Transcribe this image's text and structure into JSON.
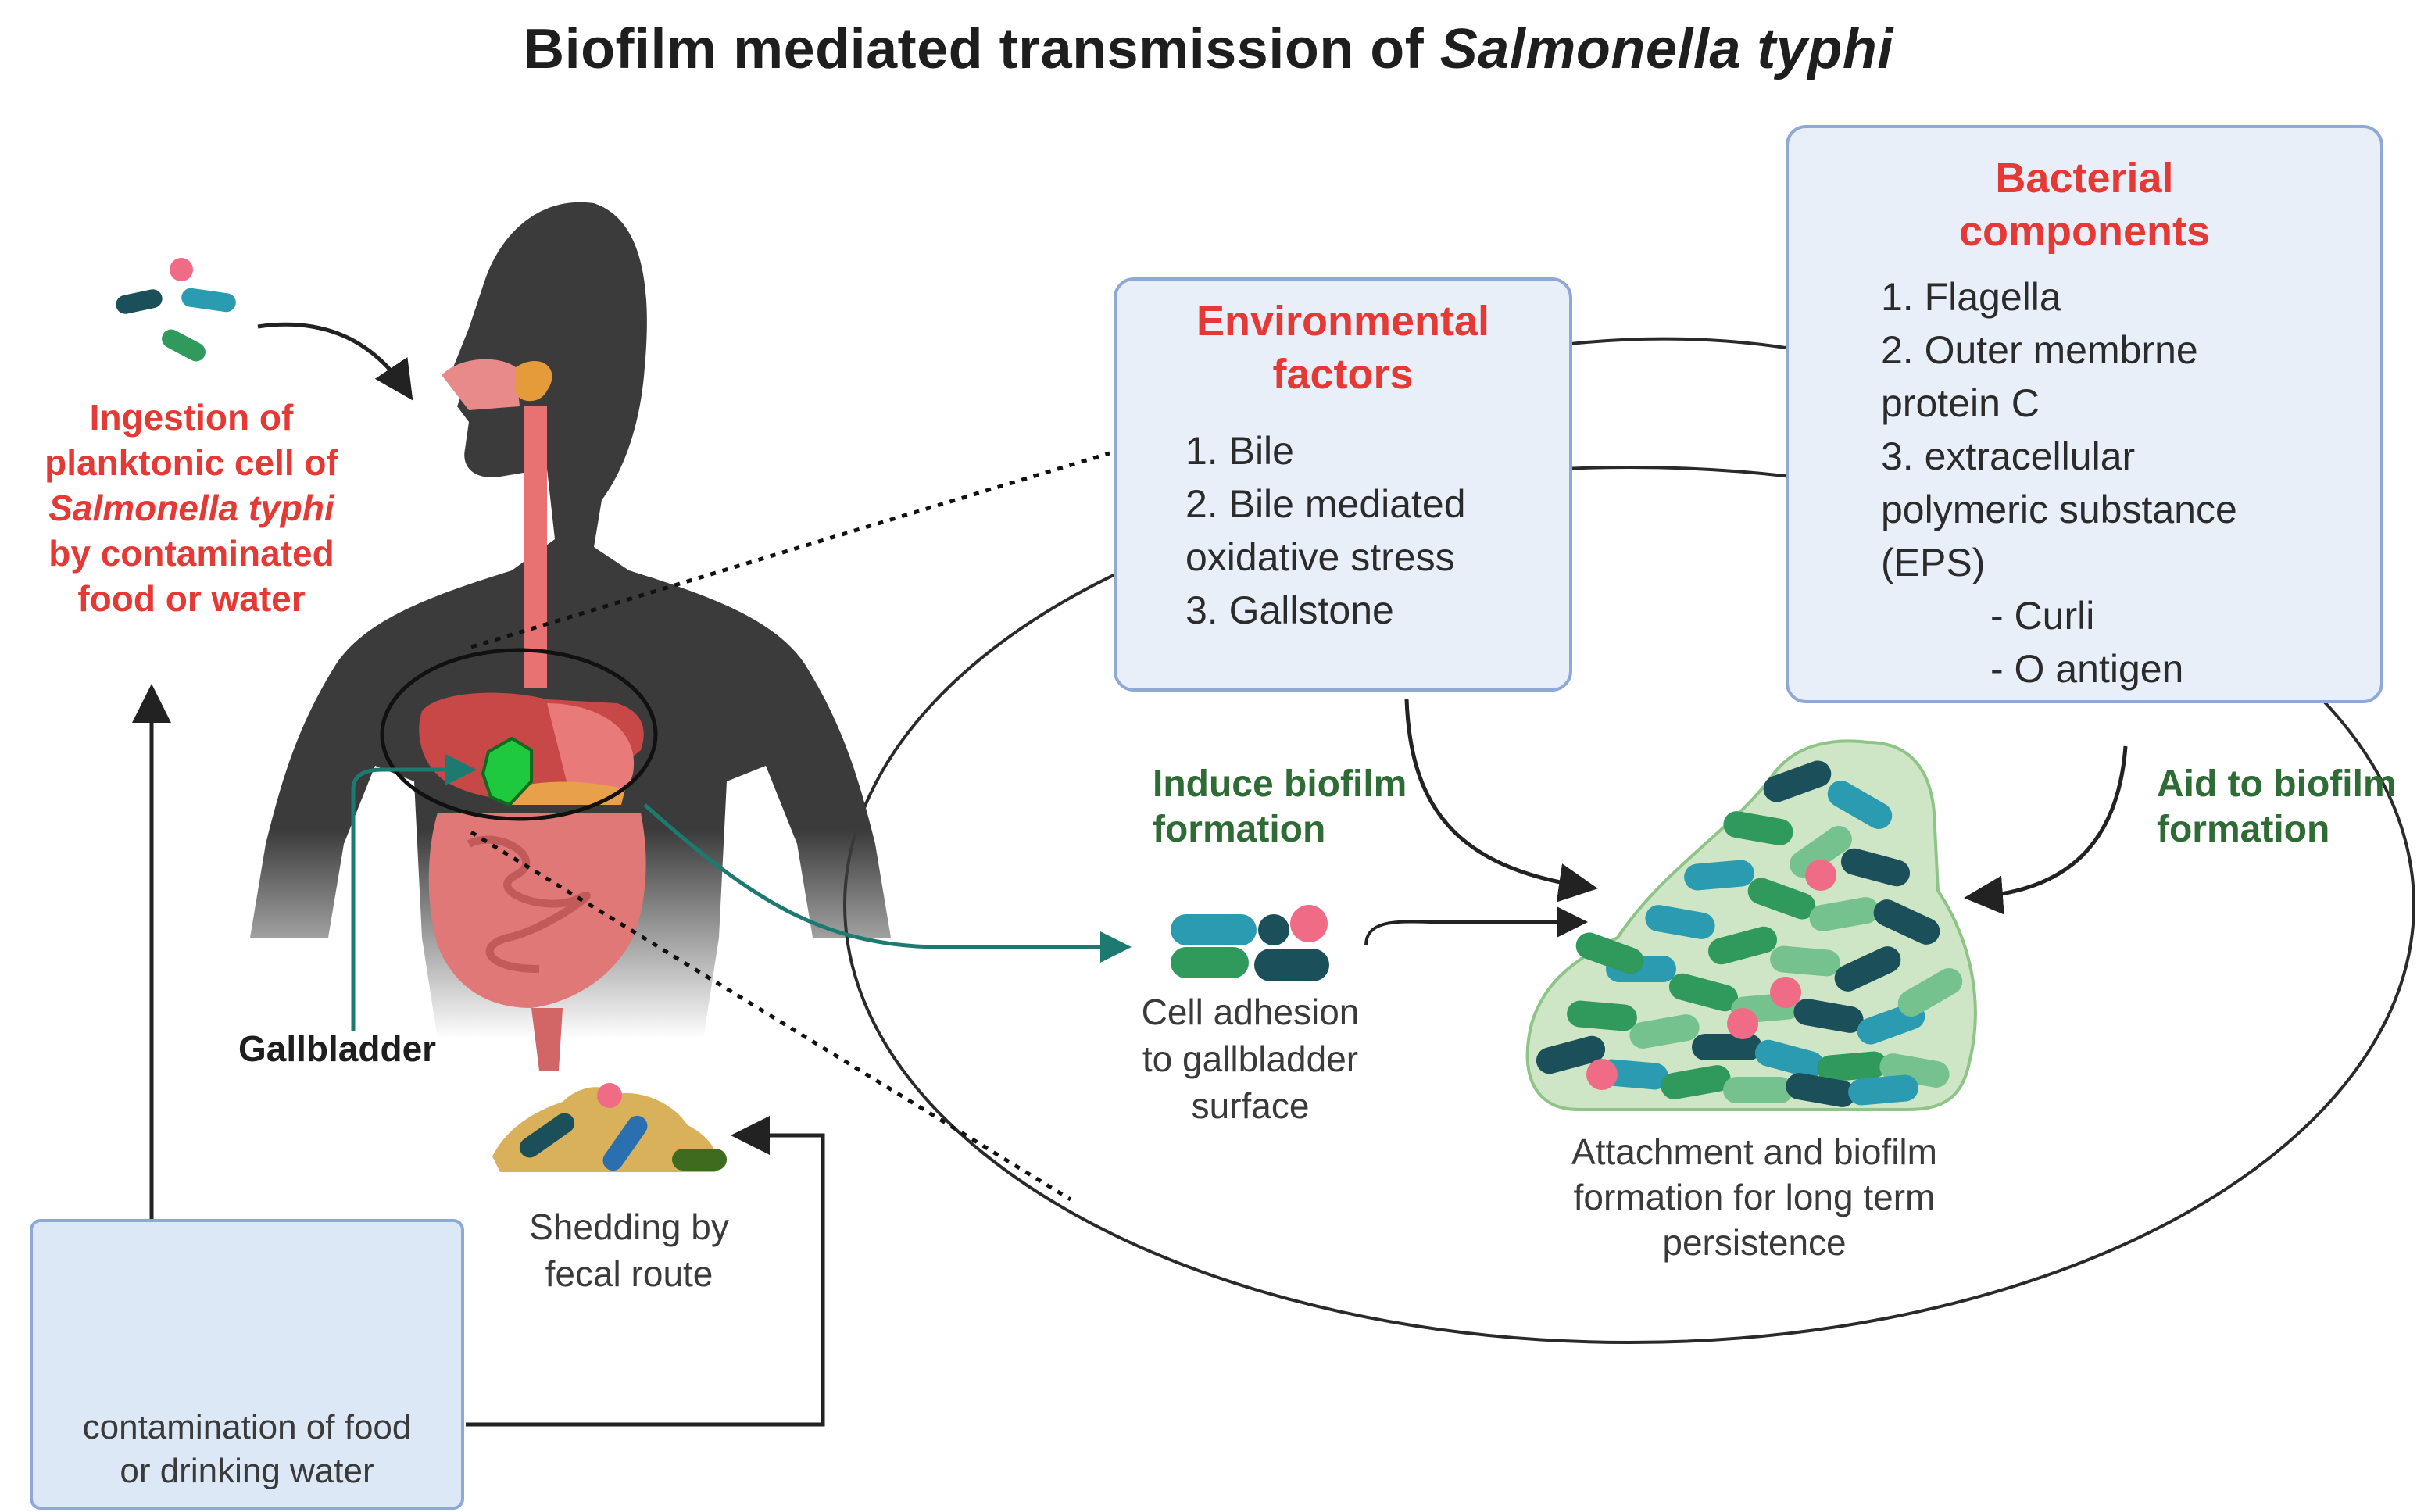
{
  "title": {
    "prefix": "Biofilm mediated transmission of ",
    "organism": "Salmonella typhi"
  },
  "ingestion": {
    "line1": "Ingestion of",
    "line2": "planktonic cell of",
    "organism": "Salmonella typhi",
    "line4": "by contaminated",
    "line5": "food or water"
  },
  "gallbladder_label": "Gallbladder",
  "environmental": {
    "heading1": "Environmental",
    "heading2": "factors",
    "items": [
      "1. Bile",
      "2. Bile mediated",
      "oxidative stress",
      "3. Gallstone"
    ]
  },
  "bacterial": {
    "heading1": "Bacterial",
    "heading2": "components",
    "items": [
      "1. Flagella",
      "2. Outer membrne",
      "protein C",
      "3.  extracellular",
      "polymeric substance",
      "(EPS)",
      "- Curli",
      "- O antigen"
    ]
  },
  "induce": {
    "line1": "Induce biofilm",
    "line2": "formation"
  },
  "aid": {
    "line1": "Aid to biofilm",
    "line2": "formation"
  },
  "adhesion": {
    "line1": "Cell adhesion",
    "line2": "to gallbladder",
    "line3": "surface"
  },
  "attachment": {
    "line1": "Attachment and biofilm",
    "line2": "formation for long term",
    "line3": "persistence"
  },
  "shedding": {
    "line1": "Shedding by",
    "line2": "fecal route"
  },
  "contamination": {
    "line1": "contamination of food",
    "line2": "or drinking water"
  },
  "colors": {
    "accent_red": "#e53935",
    "label_green": "#2e6b35",
    "box_fill": "#e9eff9",
    "box_border": "#8fa9d6",
    "silhouette": "#3b3b3b",
    "arrow_teal": "#1d7a70",
    "bacteria": [
      "#1b4f5a",
      "#2a9bb0",
      "#2f9a5c",
      "#75c28e",
      "#ef6b86"
    ]
  },
  "icons": [
    "bacteria-icon",
    "human-body-icon",
    "gallbladder-icon",
    "biofilm-icon",
    "stool-icon",
    "food-icons"
  ]
}
